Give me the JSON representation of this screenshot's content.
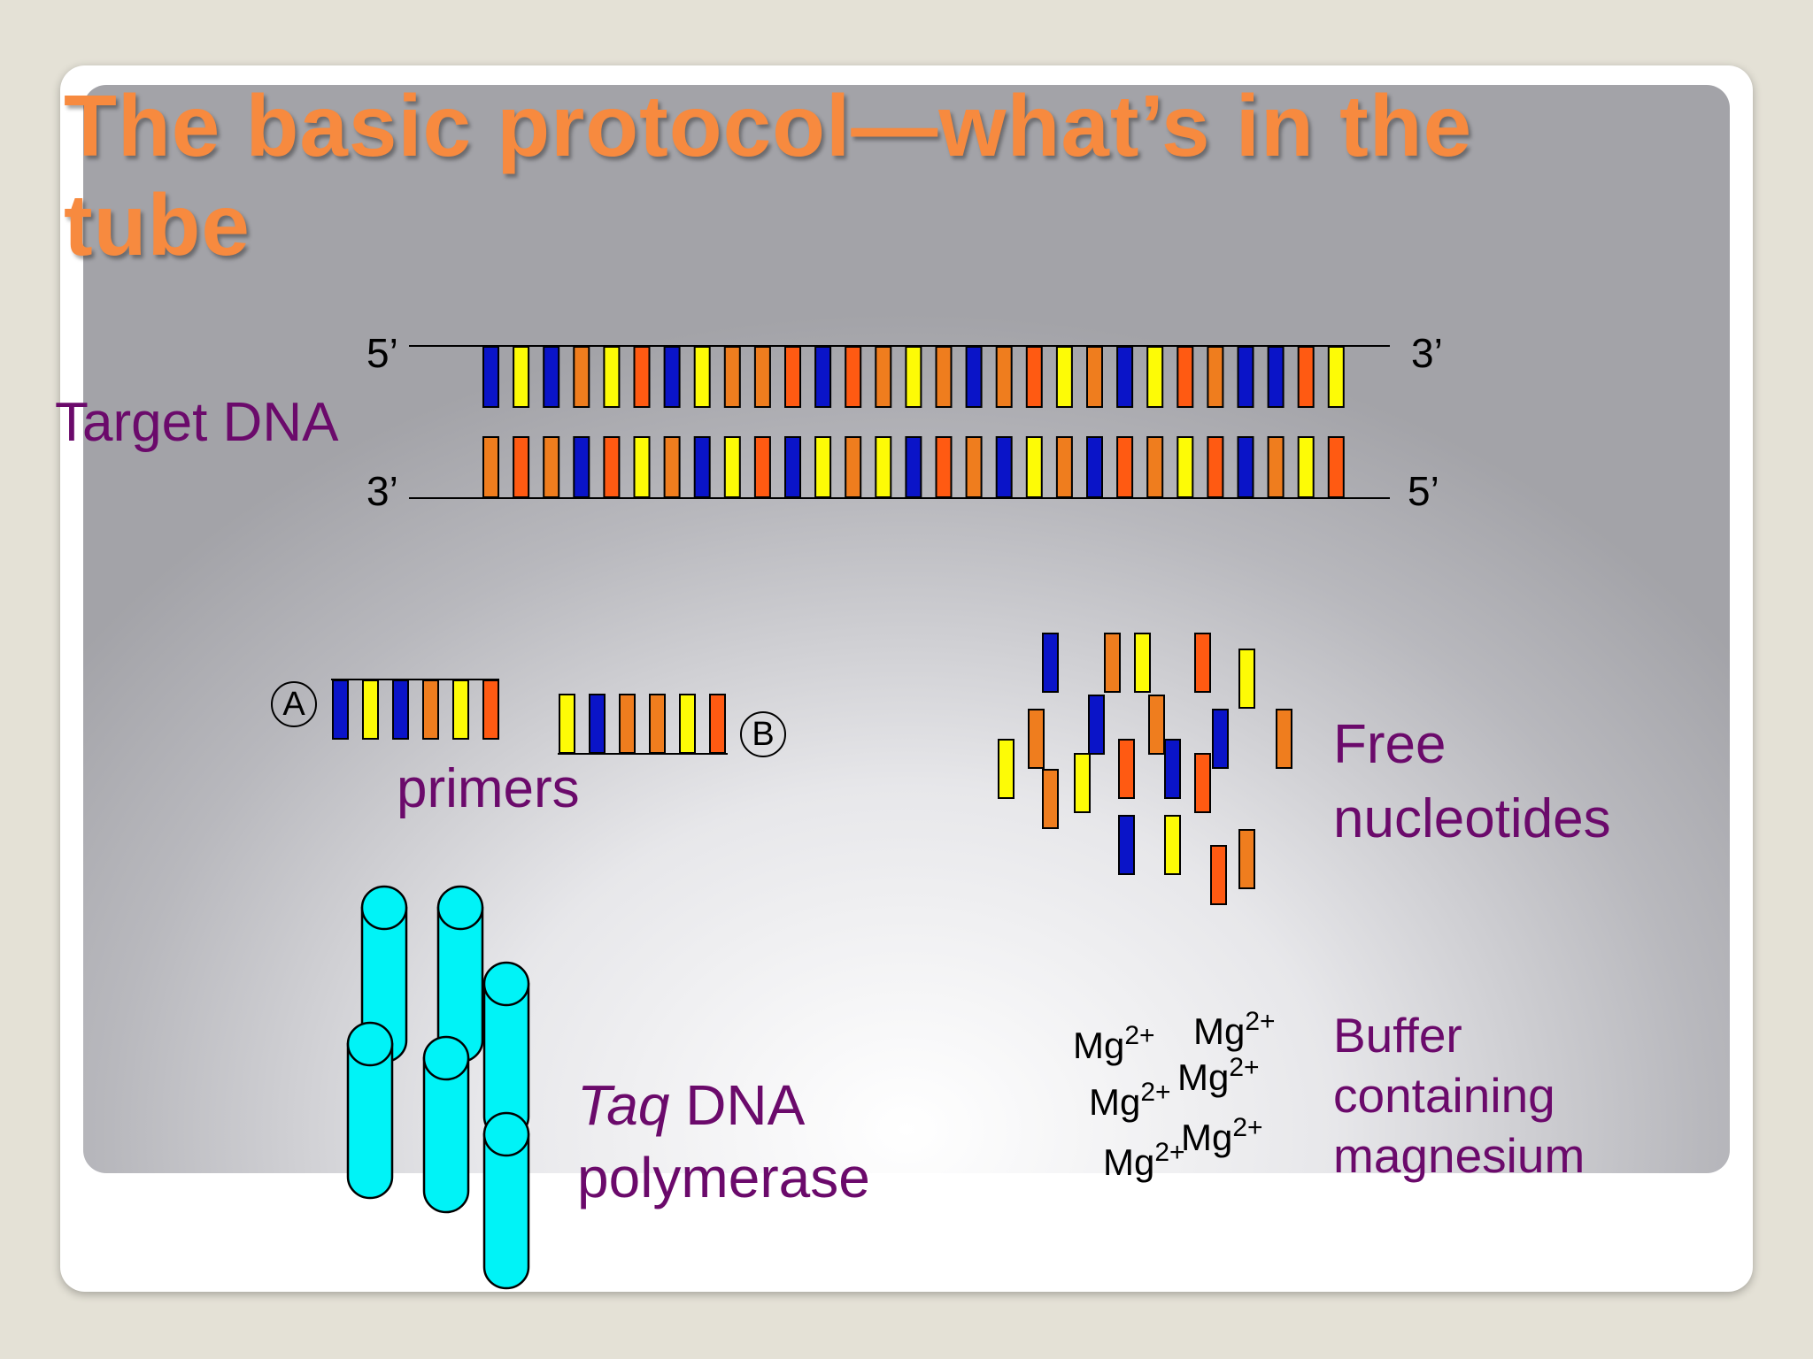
{
  "title": "The basic protocol—what’s in the tube",
  "target_dna": {
    "label": "Target DNA",
    "top_strand": {
      "left_end": "5’",
      "right_end": "3’"
    },
    "bottom_strand": {
      "left_end": "3’",
      "right_end": "5’"
    },
    "top_bases": [
      "B",
      "Y",
      "B",
      "O",
      "Y",
      "R",
      "B",
      "Y",
      "O",
      "O",
      "R",
      "B",
      "R",
      "O",
      "Y",
      "O",
      "B",
      "O",
      "R",
      "Y",
      "O",
      "B",
      "Y",
      "R",
      "O",
      "B",
      "B",
      "R",
      "Y"
    ],
    "bottom_bases": [
      "O",
      "R",
      "O",
      "B",
      "R",
      "Y",
      "O",
      "B",
      "Y",
      "R",
      "B",
      "Y",
      "O",
      "Y",
      "B",
      "R",
      "O",
      "B",
      "Y",
      "O",
      "B",
      "R",
      "O",
      "Y",
      "R",
      "B",
      "O",
      "Y",
      "R"
    ]
  },
  "primers": {
    "label": "primers",
    "primer_a": {
      "letter": "A",
      "bases": [
        "B",
        "Y",
        "B",
        "O",
        "Y",
        "R"
      ]
    },
    "primer_b": {
      "letter": "B",
      "bases": [
        "Y",
        "B",
        "O",
        "O",
        "Y",
        "R"
      ]
    }
  },
  "free_nucleotides": {
    "label_line1": "Free",
    "label_line2": "nucleotides",
    "colors": [
      "B",
      "O",
      "Y",
      "R",
      "Y",
      "O",
      "B",
      "O",
      "B",
      "O",
      "Y",
      "O",
      "Y",
      "R",
      "B",
      "R",
      "B",
      "Y",
      "R",
      "O"
    ]
  },
  "taq": {
    "label_italic": "Taq",
    "label_rest": " DNA",
    "label_line2": "polymerase",
    "color": "#00f3f7"
  },
  "buffer": {
    "label_line1": "Buffer",
    "label_line2": "containing",
    "label_line3": "magnesium",
    "ions": [
      {
        "base": "Mg",
        "charge": "2+"
      },
      {
        "base": "Mg",
        "charge": "2+"
      },
      {
        "base": "Mg",
        "charge": "2+"
      },
      {
        "base": "Mg",
        "charge": "2+"
      },
      {
        "base": "Mg",
        "charge": "2+"
      },
      {
        "base": "Mg",
        "charge": "2+"
      }
    ]
  },
  "palette": {
    "B": "#0a14c8",
    "Y": "#fdfb06",
    "O": "#ef7d1e",
    "R": "#ff5a12",
    "title": "#f78a3f",
    "label": "#6b0a6b"
  }
}
